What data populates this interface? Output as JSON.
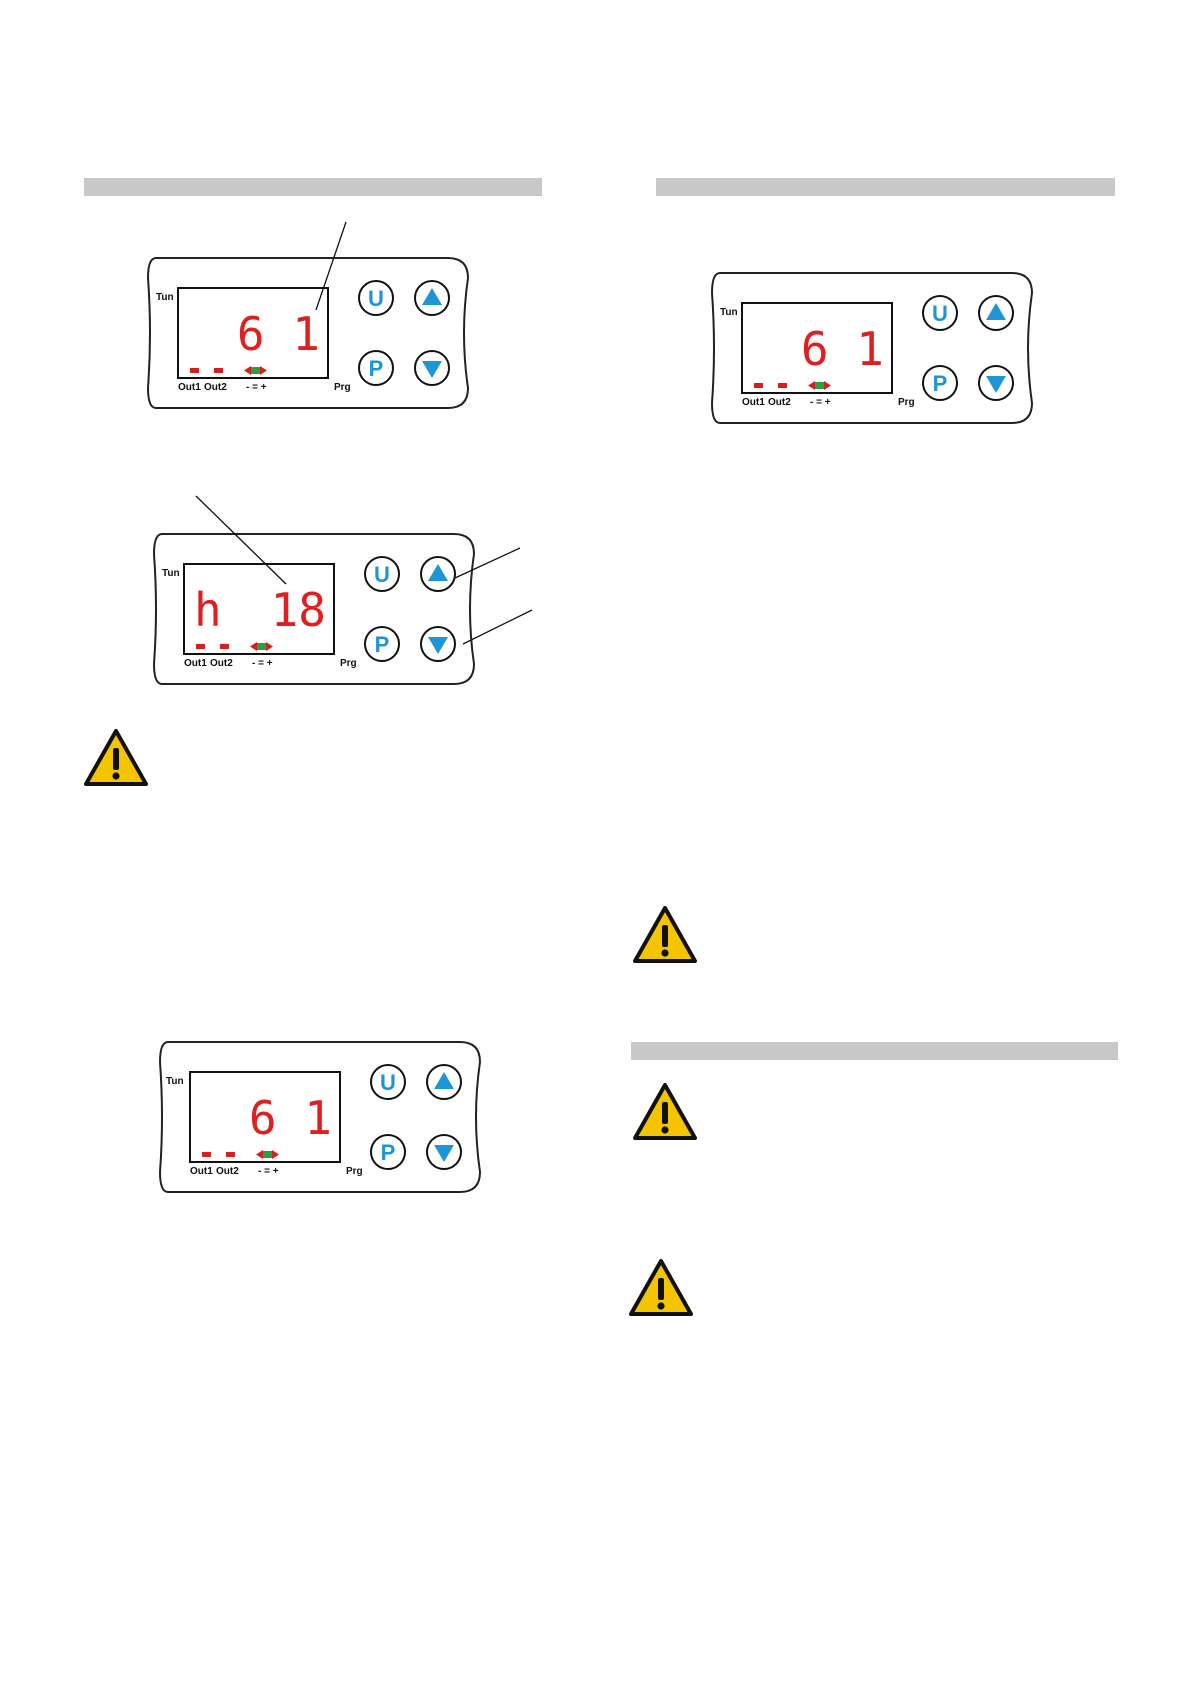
{
  "controllers": [
    {
      "id": "ctrl1",
      "display_left": "",
      "display_right": "6 1"
    },
    {
      "id": "ctrl2",
      "display_left": "h",
      "display_right": "18"
    },
    {
      "id": "ctrl3",
      "display_left": "",
      "display_right": "6 1"
    },
    {
      "id": "ctrl4",
      "display_left": "",
      "display_right": "6 1"
    }
  ],
  "panel_labels": {
    "tun": "Tun",
    "out1": "Out1",
    "out2": "Out2",
    "scale": "-  =  +",
    "prg": "Prg",
    "btn_u": "U",
    "btn_p": "P"
  },
  "colors": {
    "section_bar": "#c8c8c8",
    "segment_red": "#e02020",
    "button_blue": "#1e96d6",
    "led_red": "#d42020",
    "led_green": "#2aa040",
    "warning_yellow": "#f5c400"
  },
  "icons": {
    "warning": "warning-triangle-icon",
    "up": "arrow-up-icon",
    "down": "arrow-down-icon"
  }
}
